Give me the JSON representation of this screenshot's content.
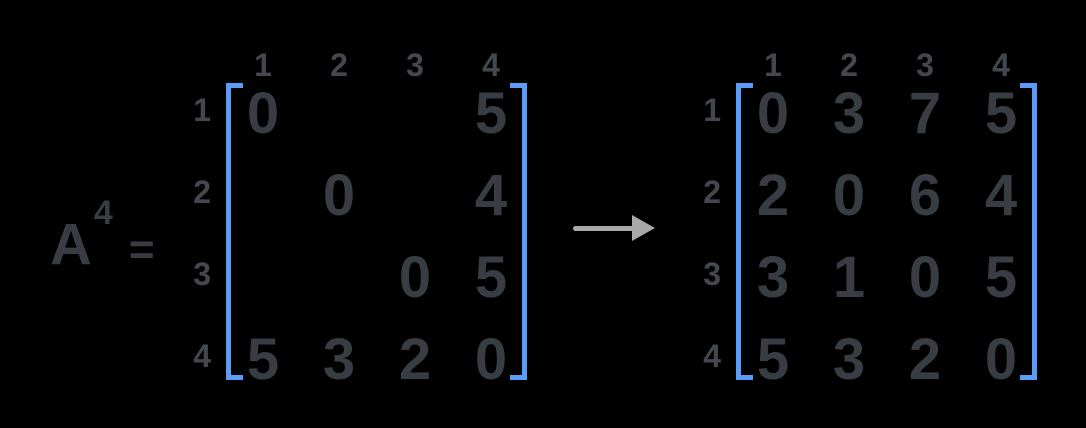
{
  "colors": {
    "background": "#000000",
    "entry_text": "#383c43",
    "header_text": "#43474e",
    "bracket": "#5b9cf8",
    "arrow": "#a9a9a9"
  },
  "label": {
    "symbol": "A",
    "exponent": "4",
    "equals": "="
  },
  "arrow": {
    "icon": "right-arrow"
  },
  "left_matrix": {
    "col_headers": [
      "1",
      "2",
      "3",
      "4"
    ],
    "row_headers": [
      "1",
      "2",
      "3",
      "4"
    ],
    "rows": [
      [
        "0",
        "",
        "",
        "5"
      ],
      [
        "",
        "0",
        "",
        "4"
      ],
      [
        "",
        "",
        "0",
        "5"
      ],
      [
        "5",
        "3",
        "2",
        "0"
      ]
    ]
  },
  "right_matrix": {
    "col_headers": [
      "1",
      "2",
      "3",
      "4"
    ],
    "row_headers": [
      "1",
      "2",
      "3",
      "4"
    ],
    "rows": [
      [
        "0",
        "3",
        "7",
        "5"
      ],
      [
        "2",
        "0",
        "6",
        "4"
      ],
      [
        "3",
        "1",
        "0",
        "5"
      ],
      [
        "5",
        "3",
        "2",
        "0"
      ]
    ]
  }
}
